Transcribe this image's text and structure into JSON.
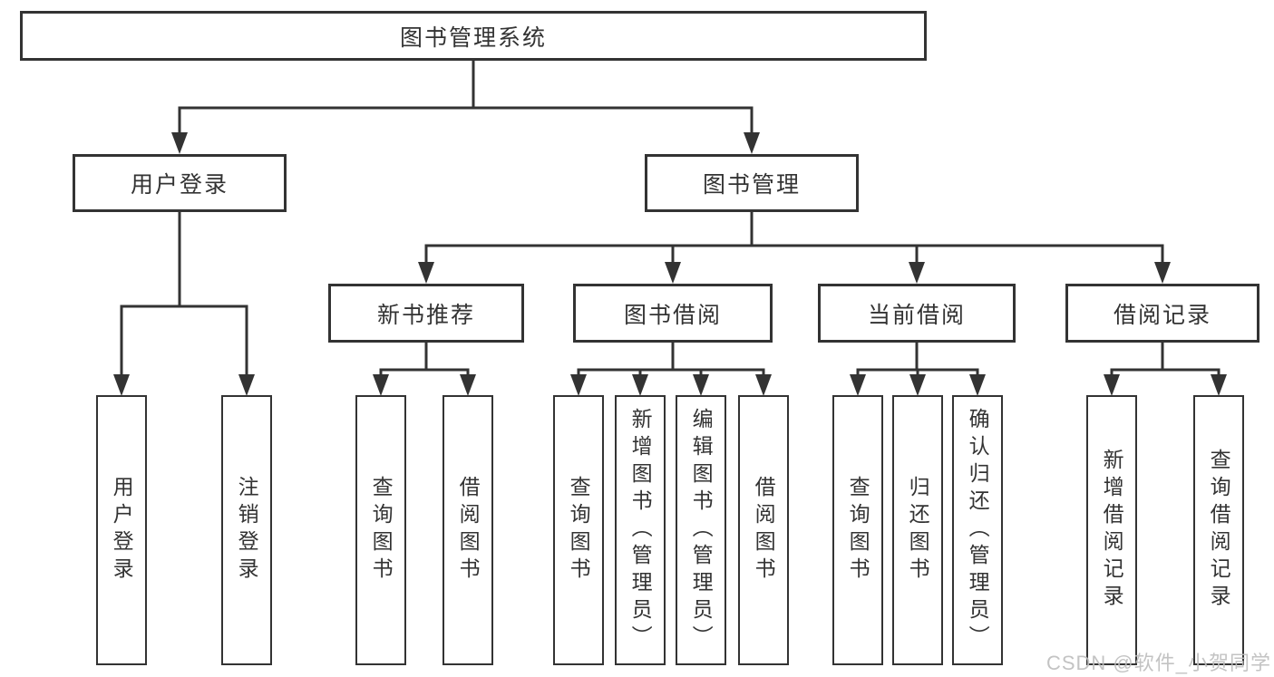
{
  "colors": {
    "line": "#333333",
    "text": "#333333",
    "node_fill": "#ffffff",
    "background": "#ffffff",
    "watermark": "#bdbdbd"
  },
  "watermark": "CSDN @软件_小贺同学",
  "tree": {
    "root": {
      "label": "图书管理系统"
    },
    "branches": [
      {
        "label": "用户登录",
        "children": [
          {
            "label": "用户登录"
          },
          {
            "label": "注销登录"
          }
        ]
      },
      {
        "label": "图书管理",
        "children": [
          {
            "label": "新书推荐",
            "children": [
              {
                "label": "查询图书"
              },
              {
                "label": "借阅图书"
              }
            ]
          },
          {
            "label": "图书借阅",
            "children": [
              {
                "label": "查询图书"
              },
              {
                "label": "新增图书（管理员）"
              },
              {
                "label": "编辑图书（管理员）"
              },
              {
                "label": "借阅图书"
              }
            ]
          },
          {
            "label": "当前借阅",
            "children": [
              {
                "label": "查询图书"
              },
              {
                "label": "归还图书"
              },
              {
                "label": "确认归还（管理员）"
              }
            ]
          },
          {
            "label": "借阅记录",
            "children": [
              {
                "label": "新增借阅记录"
              },
              {
                "label": "查询借阅记录"
              }
            ]
          }
        ]
      }
    ]
  }
}
